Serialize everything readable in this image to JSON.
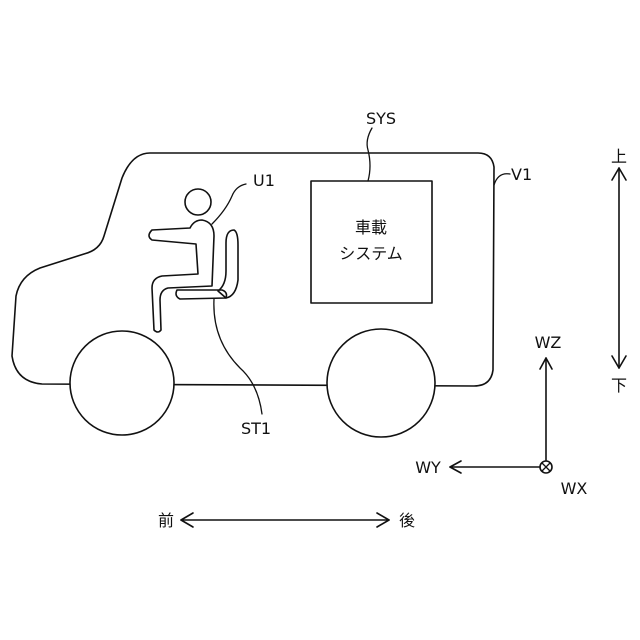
{
  "labels": {
    "system": "SYS",
    "vehicle": "V1",
    "user": "U1",
    "seat": "ST1",
    "system_box_line1": "車載",
    "system_box_line2": "システム"
  },
  "directions": {
    "up": "上",
    "down": "下",
    "front": "前",
    "rear": "後"
  },
  "axes": {
    "z": "WZ",
    "y": "WY",
    "x": "WX"
  },
  "colors": {
    "line": "#111111",
    "background": "#ffffff"
  }
}
